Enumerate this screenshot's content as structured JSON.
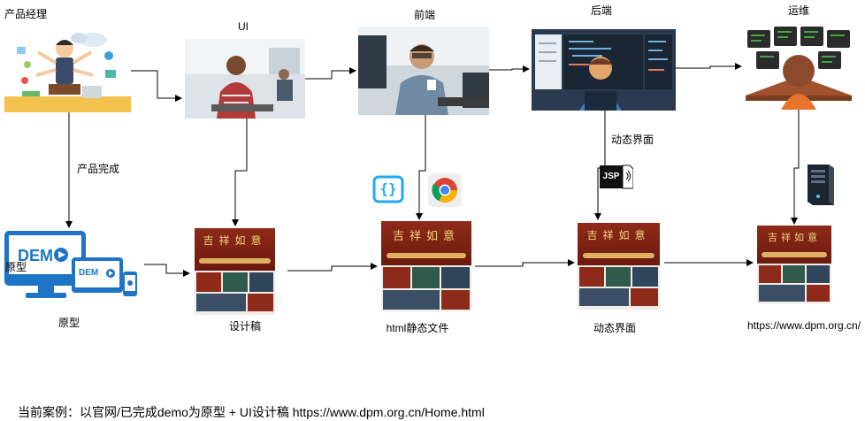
{
  "roles": {
    "pm": "产品经理",
    "ui": "UI",
    "frontend": "前端",
    "backend": "后端",
    "ops": "运维"
  },
  "edge_labels": {
    "product_done": "产品完成",
    "dynamic_ui": "动态界面"
  },
  "artifacts": {
    "prototype": "原型",
    "prototype_overlay": "原型",
    "design": "设计稿",
    "html_static": "html静态文件",
    "dynamic_page": "动态界面",
    "site_url": "https://www.dpm.org.cn/"
  },
  "mockup_title": "吉祥如意",
  "demo_text": "DEM",
  "jsp_text": "JSP",
  "braces_text": "{}",
  "footer": "当前案例：以官网/已完成demo为原型 + UI设计稿 https://www.dpm.org.cn/Home.html",
  "colors": {
    "mockup_red": "#7a1d14",
    "demo_blue": "#1d74c6",
    "vscode_blue": "#23a9f2"
  }
}
